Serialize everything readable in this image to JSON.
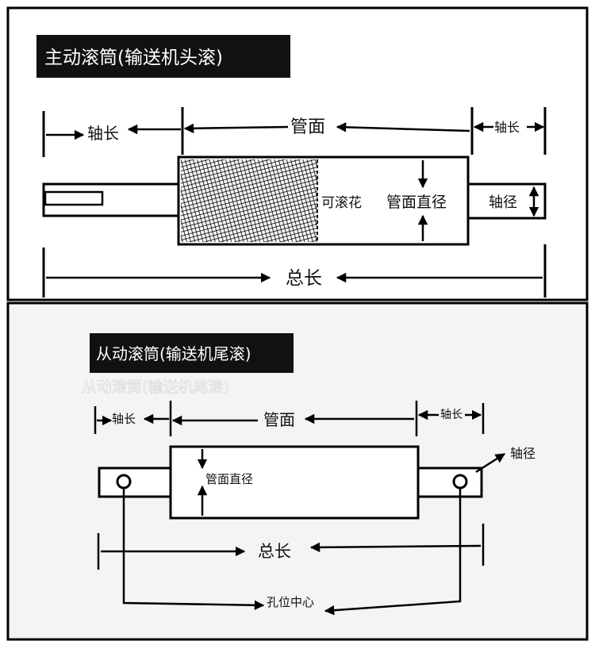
{
  "colors": {
    "top_panel": "#ffffff",
    "bottom_panel": "#f4f4f4",
    "frame": "#000000",
    "title_bg": "#111111",
    "title_text": "#ffffff",
    "ghost_text": "#ffffff"
  },
  "top": {
    "title": "主动滚筒(输送机头滚)",
    "labels": {
      "shaft_length": "轴长",
      "tube_surface": "管面",
      "shaft_length_right": "轴长",
      "knurl_note": "可滚花",
      "tube_diameter": "管面直径",
      "shaft_diameter": "轴径",
      "total_length": "总长"
    }
  },
  "bottom": {
    "title": "从动滚筒(输送机尾滚)",
    "title_ghost": "从动滚筒(输送机尾滚)",
    "labels": {
      "shaft_length": "轴长",
      "tube_surface": "管面",
      "shaft_length_right": "轴长",
      "shaft_diameter": "轴径",
      "tube_diameter": "管面直径",
      "total_length": "总长",
      "hole_center": "孔位中心"
    }
  }
}
